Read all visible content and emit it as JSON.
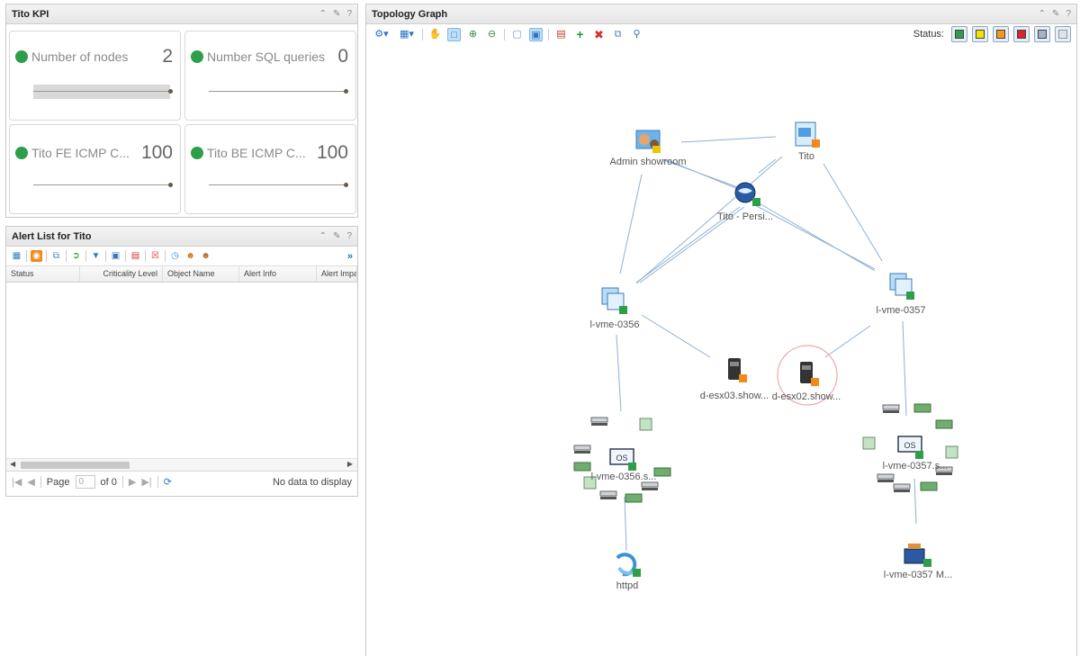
{
  "kpi_panel": {
    "title": "Tito KPI",
    "tiles": [
      {
        "name": "Number of nodes",
        "value": "2",
        "status_color": "#2e9f48"
      },
      {
        "name": "Number SQL queries",
        "value": "0",
        "status_color": "#2e9f48"
      },
      {
        "name": "Tito FE ICMP C...",
        "value": "100",
        "status_color": "#2e9f48"
      },
      {
        "name": "Tito BE ICMP C...",
        "value": "100",
        "status_color": "#2e9f48"
      }
    ]
  },
  "alert_panel": {
    "title": "Alert List for Tito",
    "more_label": "»",
    "columns": [
      "Status",
      "Criticality Level",
      "Object Name",
      "Alert Info",
      "Alert Impa"
    ],
    "pager": {
      "page_label": "Page",
      "page_value": "0",
      "of_label": "of 0",
      "empty_text": "No data to display"
    }
  },
  "topology_panel": {
    "title": "Topology Graph",
    "status_label": "Status:",
    "status_filters": [
      {
        "name": "green",
        "color": "#2e9f48"
      },
      {
        "name": "yellow",
        "color": "#f2e200"
      },
      {
        "name": "orange",
        "color": "#f29a1e"
      },
      {
        "name": "red",
        "color": "#d9262b"
      },
      {
        "name": "unknown",
        "color": "#a5b3c8"
      },
      {
        "name": "none",
        "color": "#dde3ea"
      }
    ],
    "nodes": [
      {
        "id": "admin",
        "label": "Admin showroom",
        "icon": "user-group-icon"
      },
      {
        "id": "tito",
        "label": "Tito",
        "icon": "application-icon"
      },
      {
        "id": "persist",
        "label": "Tito - Persi...",
        "icon": "globe-icon"
      },
      {
        "id": "vme356",
        "label": "l-vme-0356",
        "icon": "vm-icon"
      },
      {
        "id": "vme357",
        "label": "l-vme-0357",
        "icon": "vm-icon"
      },
      {
        "id": "esx03",
        "label": "d-esx03.show...",
        "icon": "host-icon"
      },
      {
        "id": "esx02",
        "label": "d-esx02.show...",
        "icon": "host-icon"
      },
      {
        "id": "os356",
        "label": "l-vme-0356.s...",
        "icon": "os-icon"
      },
      {
        "id": "os357",
        "label": "l-vme-0357.s...",
        "icon": "os-icon"
      },
      {
        "id": "httpd",
        "label": "httpd",
        "icon": "service-icon"
      },
      {
        "id": "m357",
        "label": "l-vme-0357 M...",
        "icon": "toolbox-icon"
      }
    ]
  }
}
